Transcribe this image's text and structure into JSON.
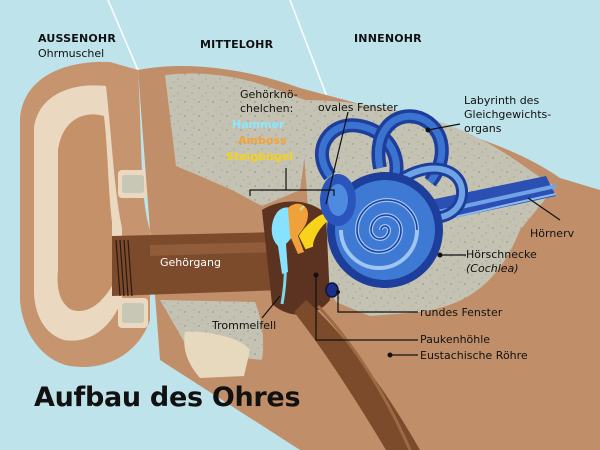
{
  "title": "Aufbau des Ohres",
  "sections": {
    "outer": "AUSSENOHR",
    "middle": "MITTELOHR",
    "inner": "INNENOHR"
  },
  "labels": {
    "ohrmuschel": "Ohrmuschel",
    "gehoerknoechelchen_1": "Gehörknö-",
    "gehoerknoechelchen_2": "chelchen:",
    "hammer": "Hammer",
    "amboss": "Amboss",
    "steigbuegel": "Steigbügel",
    "ovales_fenster": "ovales Fenster",
    "labyrinth_1": "Labyrinth des",
    "labyrinth_2": "Gleichgewichts-",
    "labyrinth_3": "organs",
    "hoernerv": "Hörnerv",
    "hoerschnecke": "Hörschnecke",
    "cochlea": "(Cochlea)",
    "gehoergang": "Gehörgang",
    "trommelfell": "Trommelfell",
    "rundes_fenster": "rundes Fenster",
    "paukenhoehle": "Paukenhöhle",
    "eustachische_roehre": "Eustachische Röhre"
  },
  "colors": {
    "background": "#bfe3ea",
    "skin": "#c08f6a",
    "skin_light": "#e8d6bf",
    "bone": "#bdbcae",
    "canal": "#7a4a2a",
    "blue_dark": "#1d3e9a",
    "blue_mid": "#3b73d1",
    "blue_light": "#6fa3e6",
    "hammer": "#7fe0ff",
    "amboss": "#f2a23a",
    "steigbuegel": "#f6d21a"
  }
}
